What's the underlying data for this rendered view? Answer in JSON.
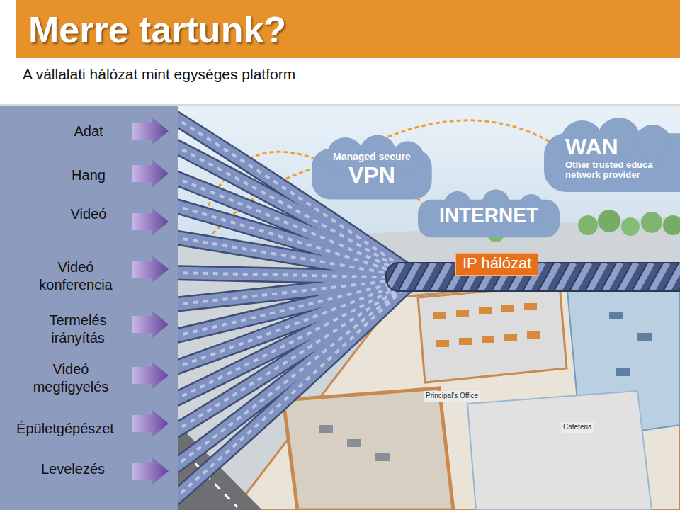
{
  "diagram": {
    "title": "Merre tartunk?",
    "nodes": [
      {
        "text": [
          "Managed secure",
          "VPN"
        ]
      },
      {
        "text": [
          "INTERNET"
        ]
      },
      {
        "text": [
          "WAN",
          "Other trusted educa network provider"
        ]
      },
      {
        "text": [
          "IP hálózat"
        ]
      }
    ],
    "labels": [
      "A vállalati hálózat mint egységes platform",
      "Adat",
      "Hang",
      "Videó",
      "Videó konferencia",
      "Termelés irányítás",
      "Videó megfigyelés",
      "Épületgépészet",
      "Levelezés",
      "Principal's Office",
      "Cafeteria"
    ]
  }
}
